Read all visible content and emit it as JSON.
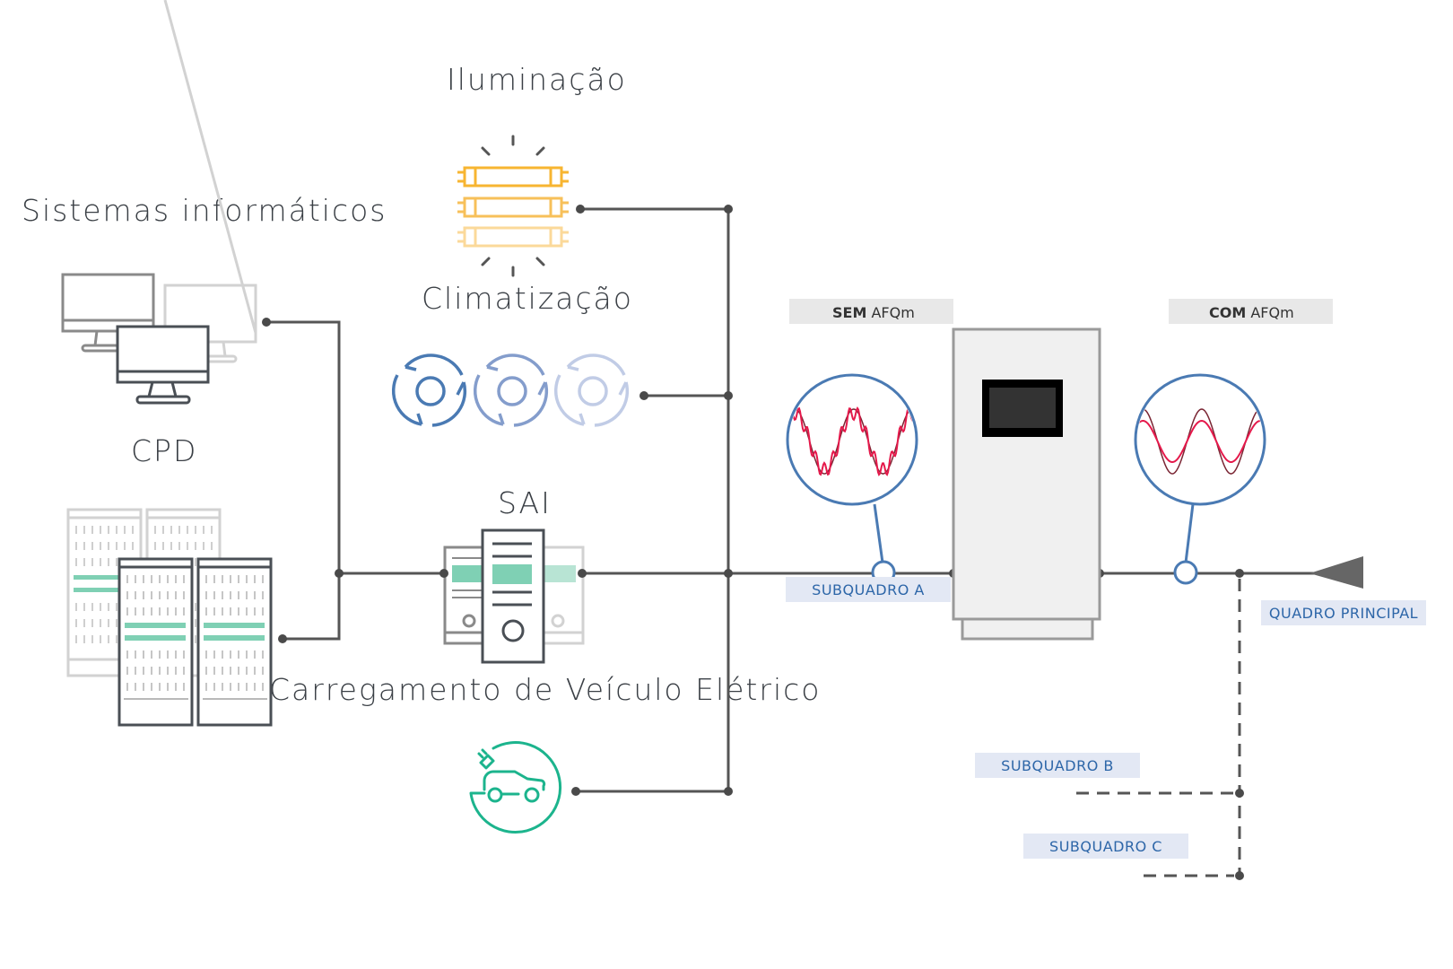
{
  "labels": {
    "iluminacao": "Iluminação",
    "sistemas": "Sistemas informáticos",
    "climatizacao": "Climatização",
    "cpd": "CPD",
    "sai": "SAI",
    "carregamento": "Carregamento de Veículo Elétrico"
  },
  "badges": {
    "sem_bold": "SEM",
    "sem_rest": " AFQm",
    "com_bold": "COM",
    "com_rest": " AFQm"
  },
  "tags": {
    "subquadro_a": "SUBQUADRO A",
    "subquadro_b": "SUBQUADRO B",
    "subquadro_c": "SUBQUADRO C",
    "quadro_principal": "QUADRO PRINCIPAL"
  },
  "icons": {
    "lighting": "fluorescent-tube-icon",
    "computers": "desktop-monitor-icon",
    "hvac": "fan-icon",
    "datacenter": "server-rack-icon",
    "ups": "ups-tower-icon",
    "ev": "ev-charging-icon",
    "filter": "active-harmonic-filter-cabinet",
    "source": "grid-source-triangle-icon"
  },
  "colors": {
    "lighting": "#f7b531",
    "hvac": "#4a7ab3",
    "accent_green": "#7fd0b4",
    "ev": "#1cb48d",
    "probe": "#4a7ab3",
    "wave_distorted": "#e5194b",
    "wave_reference": "#7a2533",
    "tag_bg": "#e3e8f4",
    "badge_bg": "#e8e8e8",
    "wire": "#555555"
  }
}
